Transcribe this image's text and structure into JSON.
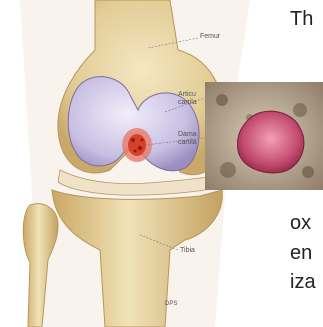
{
  "labels": {
    "femur": "Femur",
    "articular": "Articu",
    "articular_2": "cartila",
    "damaged": "Dama",
    "damaged_2": "cartila",
    "tibia": "Tibia"
  },
  "caption": "DPS",
  "slide_text": {
    "top": "Th",
    "line1": "ox",
    "line2": "en",
    "line3": "iza"
  },
  "colors": {
    "bone": "#e8d6a8",
    "cartilage": "#cfc8e6",
    "damage": "#d9402a",
    "background": "#ffffff"
  }
}
